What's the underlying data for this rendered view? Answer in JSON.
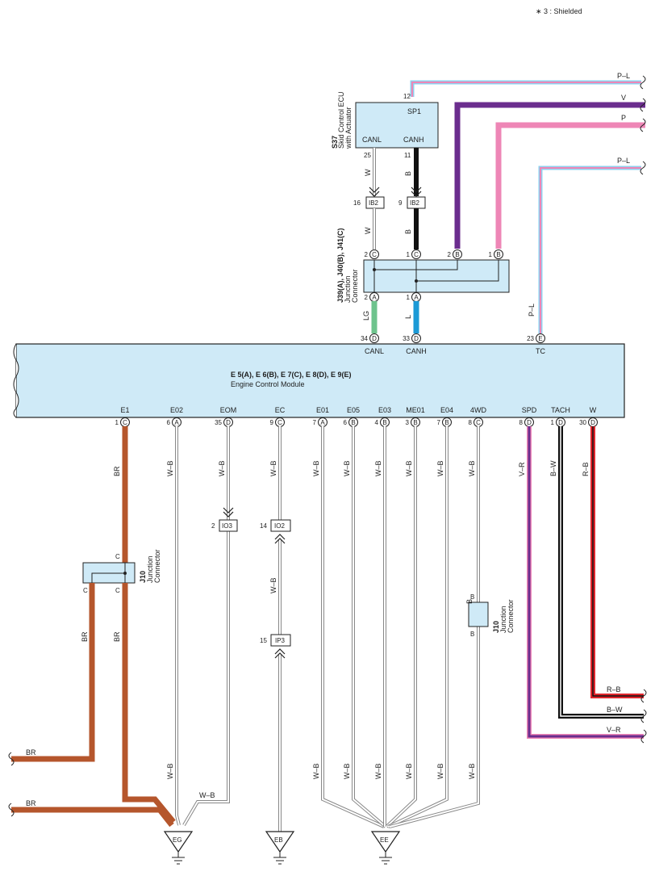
{
  "note": "∗ 3 : Shielded",
  "ecm": {
    "connectors": "E 5(A), E 6(B), E 7(C), E 8(D), E 9(E)",
    "name": "Engine Control Module",
    "top_pins": [
      {
        "label": "CANL",
        "num": "34",
        "conn": "D"
      },
      {
        "label": "CANH",
        "num": "33",
        "conn": "D"
      },
      {
        "label": "TC",
        "num": "23",
        "conn": "E"
      }
    ],
    "bottom_pins": [
      {
        "label": "E1",
        "num": "1",
        "conn": "C"
      },
      {
        "label": "E02",
        "num": "6",
        "conn": "A"
      },
      {
        "label": "EOM",
        "num": "35",
        "conn": "D"
      },
      {
        "label": "EC",
        "num": "9",
        "conn": "C"
      },
      {
        "label": "E01",
        "num": "7",
        "conn": "A"
      },
      {
        "label": "E05",
        "num": "6",
        "conn": "B"
      },
      {
        "label": "E03",
        "num": "4",
        "conn": "B"
      },
      {
        "label": "ME01",
        "num": "3",
        "conn": "B"
      },
      {
        "label": "E04",
        "num": "7",
        "conn": "B"
      },
      {
        "label": "4WD",
        "num": "8",
        "conn": "C"
      },
      {
        "label": "SPD",
        "num": "8",
        "conn": "D"
      },
      {
        "label": "TACH",
        "num": "1",
        "conn": "D"
      },
      {
        "label": "W",
        "num": "30",
        "conn": "D"
      }
    ]
  },
  "skid_ecu": {
    "code": "S37",
    "name_line1": "Skid Control ECU",
    "name_line2": "with Actuator",
    "pin_sp1": "SP1",
    "pin_sp1_num": "12",
    "pin_canl": "CANL",
    "pin_canl_num": "25",
    "pin_canh": "CANH",
    "pin_canh_num": "11"
  },
  "junction_j39": {
    "code": "J39(A), J40(B), J41(C)",
    "name_line1": "Junction",
    "name_line2": "Connector",
    "top_pins": [
      {
        "num": "2",
        "conn": "C"
      },
      {
        "num": "1",
        "conn": "C"
      },
      {
        "num": "2",
        "conn": "B"
      },
      {
        "num": "1",
        "conn": "B"
      }
    ],
    "bottom_pins": [
      {
        "num": "2",
        "conn": "A"
      },
      {
        "num": "1",
        "conn": "A"
      }
    ]
  },
  "inline_ib2": [
    {
      "num": "16",
      "label": "IB2"
    },
    {
      "num": "9",
      "label": "IB2"
    }
  ],
  "inline_io3": {
    "num": "2",
    "label": "IO3"
  },
  "inline_io2": {
    "num": "14",
    "label": "IO2"
  },
  "inline_ip3": {
    "num": "15",
    "label": "IP3"
  },
  "j10_left": {
    "code": "J10",
    "name_line1": "Junction",
    "name_line2": "Connector",
    "pin_top": "C",
    "pin_bl": "C",
    "pin_br": "C"
  },
  "j10_right": {
    "code": "J10",
    "name_line1": "Junction",
    "name_line2": "Connector",
    "pin_top": "B",
    "pin_bottom": "B"
  },
  "wire_labels": {
    "pl_top": "P–L",
    "v": "V",
    "p": "P",
    "pl_mid": "P–L",
    "w1": "W",
    "b1": "B",
    "w2": "W",
    "b2": "B",
    "lg": "LG",
    "l": "L",
    "pl_tc": "P–L",
    "br_e1": "BR",
    "br_left": "BR",
    "br_right": "BR",
    "br_out1": "BR",
    "br_out2": "BR",
    "wb": "W–B",
    "wb_h": "W–B",
    "b_4wd": "B",
    "vr": "V–R",
    "bw": "B–W",
    "rb": "R–B",
    "rb_h": "R–B",
    "bw_h": "B–W",
    "vr_h": "V–R"
  },
  "grounds": [
    "EG",
    "EB",
    "EE"
  ],
  "colors": {
    "connector_fill": "#cfeaf7",
    "brown": "#b5562c",
    "violet": "#6b2d8e",
    "pink": "#ee86b6",
    "blue": "#1c9ad6",
    "green": "#6ec38d",
    "red": "#e1262c"
  }
}
